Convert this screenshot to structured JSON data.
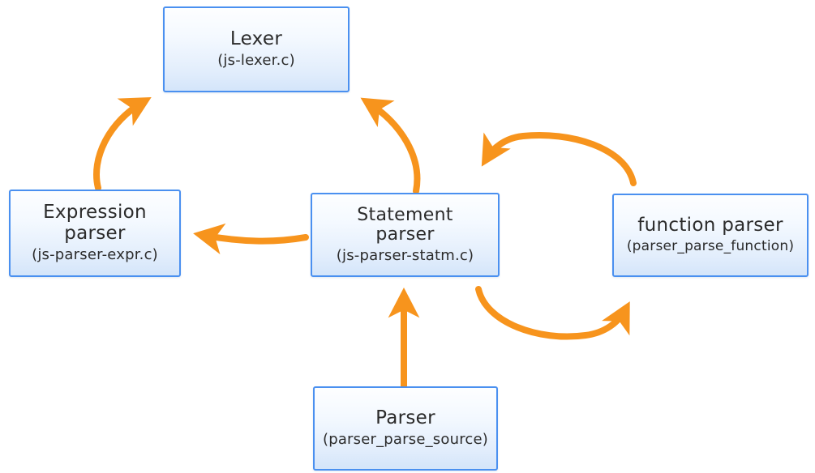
{
  "diagram": {
    "type": "flow-diagram",
    "background_color": "#ffffff",
    "node_border_color": "#4a90f0",
    "node_fill_color": "#e3eefc",
    "arrow_color": "#f7941d",
    "text_color": "#2b2b2b",
    "nodes": [
      {
        "id": "lexer",
        "title": "Lexer",
        "subtitle": "(js-lexer.c)"
      },
      {
        "id": "expression-parser",
        "title": "Expression\nparser",
        "subtitle": "(js-parser-expr.c)"
      },
      {
        "id": "statement-parser",
        "title": "Statement\nparser",
        "subtitle": "(js-parser-statm.c)"
      },
      {
        "id": "function-parser",
        "title": "function parser",
        "subtitle": "(parser_parse_function)"
      },
      {
        "id": "parser",
        "title": "Parser",
        "subtitle": "(parser_parse_source)"
      }
    ],
    "edges": [
      {
        "id": "expression-to-lexer",
        "from": "expression-parser",
        "to": "lexer",
        "style": "curved-arrow"
      },
      {
        "id": "statement-to-lexer",
        "from": "statement-parser",
        "to": "lexer",
        "style": "curved-arrow"
      },
      {
        "id": "statement-to-expression",
        "from": "statement-parser",
        "to": "expression-parser",
        "style": "curved-arrow"
      },
      {
        "id": "function-to-statement",
        "from": "function-parser",
        "to": "statement-parser",
        "style": "arc-arrow"
      },
      {
        "id": "statement-to-function",
        "from": "statement-parser",
        "to": "function-parser",
        "style": "arc-arrow"
      },
      {
        "id": "parser-to-statement",
        "from": "parser",
        "to": "statement-parser",
        "style": "straight-arrow"
      }
    ]
  }
}
